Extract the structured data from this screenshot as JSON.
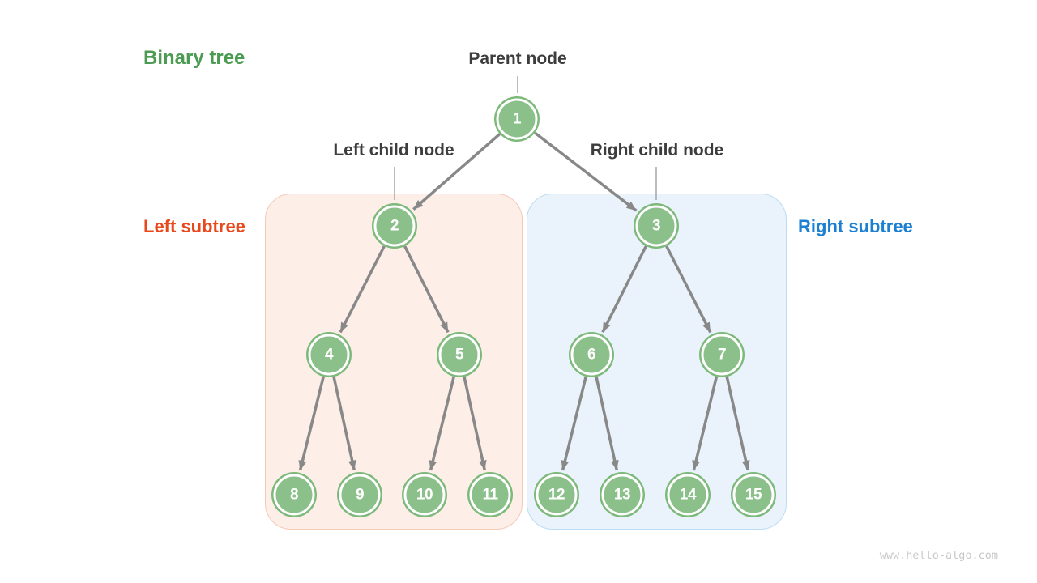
{
  "figure": {
    "title": "Binary tree",
    "watermark": "www.hello-algo.com"
  },
  "annotations": {
    "parent_node": "Parent node",
    "left_child_node": "Left child node",
    "right_child_node": "Right child node",
    "left_subtree": "Left subtree",
    "right_subtree": "Right subtree"
  },
  "tree": {
    "node_values": [
      "1",
      "2",
      "3",
      "4",
      "5",
      "6",
      "7",
      "8",
      "9",
      "10",
      "11",
      "12",
      "13",
      "14",
      "15"
    ],
    "edges": [
      [
        1,
        2
      ],
      [
        1,
        3
      ],
      [
        2,
        4
      ],
      [
        2,
        5
      ],
      [
        3,
        6
      ],
      [
        3,
        7
      ],
      [
        4,
        8
      ],
      [
        4,
        9
      ],
      [
        5,
        10
      ],
      [
        5,
        11
      ],
      [
        6,
        12
      ],
      [
        6,
        13
      ],
      [
        7,
        14
      ],
      [
        7,
        15
      ]
    ],
    "left_subtree_nodes": [
      2,
      4,
      5,
      8,
      9,
      10,
      11
    ],
    "right_subtree_nodes": [
      3,
      6,
      7,
      12,
      13,
      14,
      15
    ]
  },
  "colors": {
    "title_green": "#4c9b52",
    "left_subtree_orange": "#e8491c",
    "right_subtree_blue": "#1b7fd2",
    "node_fill": "#8cc08b",
    "node_ring": "#7db97b",
    "node_text": "#ffffff",
    "arrow_gray": "#888888",
    "annotation_text": "#3d3d3d",
    "left_box_fill": "#fdeee8",
    "left_box_border": "#f4c9b6",
    "right_box_fill": "#eaf3fb",
    "right_box_border": "#bbdcf4",
    "watermark_gray": "#c9c9c9"
  }
}
